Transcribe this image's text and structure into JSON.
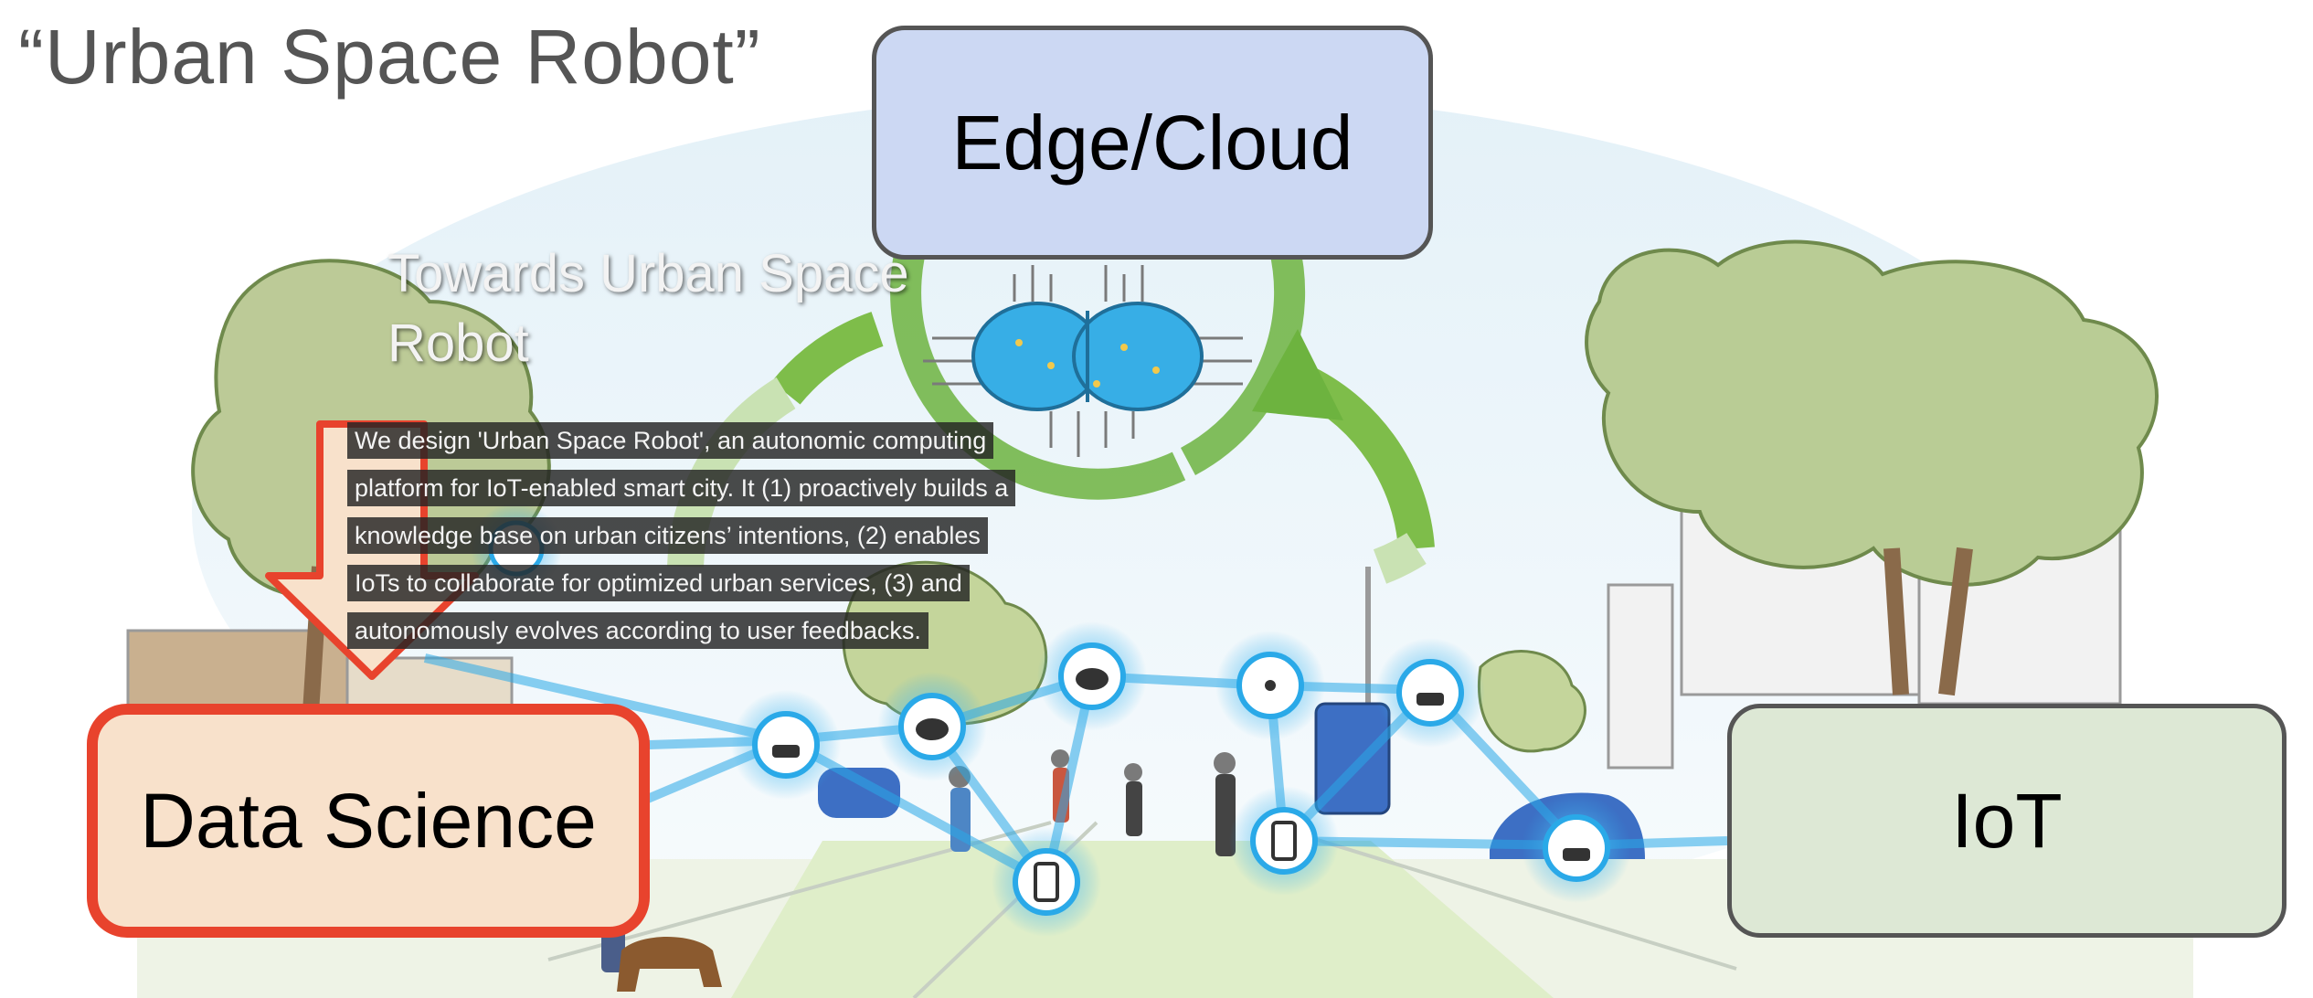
{
  "title": "“Urban Space Robot”",
  "boxes": {
    "edge_cloud": "Edge/Cloud",
    "data_science": "Data Science",
    "iot": "IoT"
  },
  "overlay": {
    "heading_line1": "Towards Urban Space",
    "heading_line2": "Robot",
    "description_lines": [
      "We design 'Urban Space Robot', an autonomic computing",
      "platform for IoT-enabled smart city. It (1) proactively builds a",
      "knowledge base on urban citizens’ intentions, (2) enables",
      "IoTs to collaborate for optimized urban services, (3) and",
      "autonomously evolves according to user feedbacks."
    ]
  },
  "colors": {
    "edge_cloud_fill": "#ccd8f3",
    "data_science_fill": "#f8e1cb",
    "data_science_border": "#e8432d",
    "iot_fill": "#dde8d5",
    "network_blue": "#2aa9e8",
    "cycle_green": "#6db33f"
  }
}
